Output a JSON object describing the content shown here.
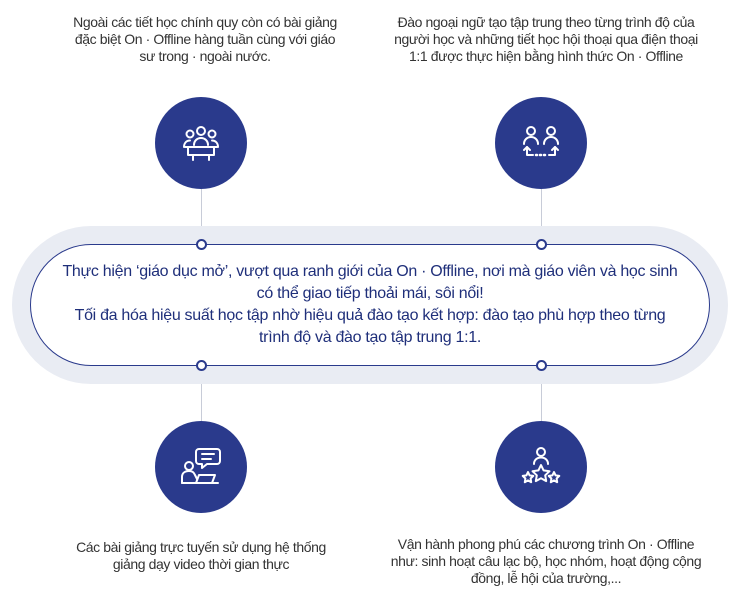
{
  "top_left": {
    "icon": "meeting-group-icon",
    "text": "Ngoài các tiết học chính quy còn có bài giảng đặc biệt On · Offline hàng tuần cùng với giáo sư trong · ngoài nước."
  },
  "top_right": {
    "icon": "conversation-exchange-icon",
    "text": "Đào ngoại ngữ tạo tập trung  theo từng trình độ của người học và những tiết học hội thoại qua điện thoại 1:1 được thực hiện bằng hình thức On · Offline"
  },
  "center": {
    "line1": "Thực hiện ‘giáo dục mở’, vượt qua ranh giới của On · Offline, nơi mà giáo viên và học sinh có thể giao tiếp thoải mái, sôi nổi!",
    "line2": "Tối đa hóa hiệu suất học tập nhờ hiệu quả đào tạo kết hợp: đào tạo phù hợp theo từng trình độ và đào tạo tập trung 1:1."
  },
  "bottom_left": {
    "icon": "online-lecture-icon",
    "text": "Các bài giảng trực tuyến sử dụng hệ thống giảng dạy video thời gian thực"
  },
  "bottom_right": {
    "icon": "stars-activity-icon",
    "text": "Vận hành phong phú các chương trình On · Offline như: sinh hoạt câu lạc bộ, học nhóm, hoạt động cộng đồng, lễ hội của trường,..."
  },
  "colors": {
    "navy": "#2a3a8c",
    "pill_bg": "#e9ecf3",
    "text": "#333333"
  }
}
